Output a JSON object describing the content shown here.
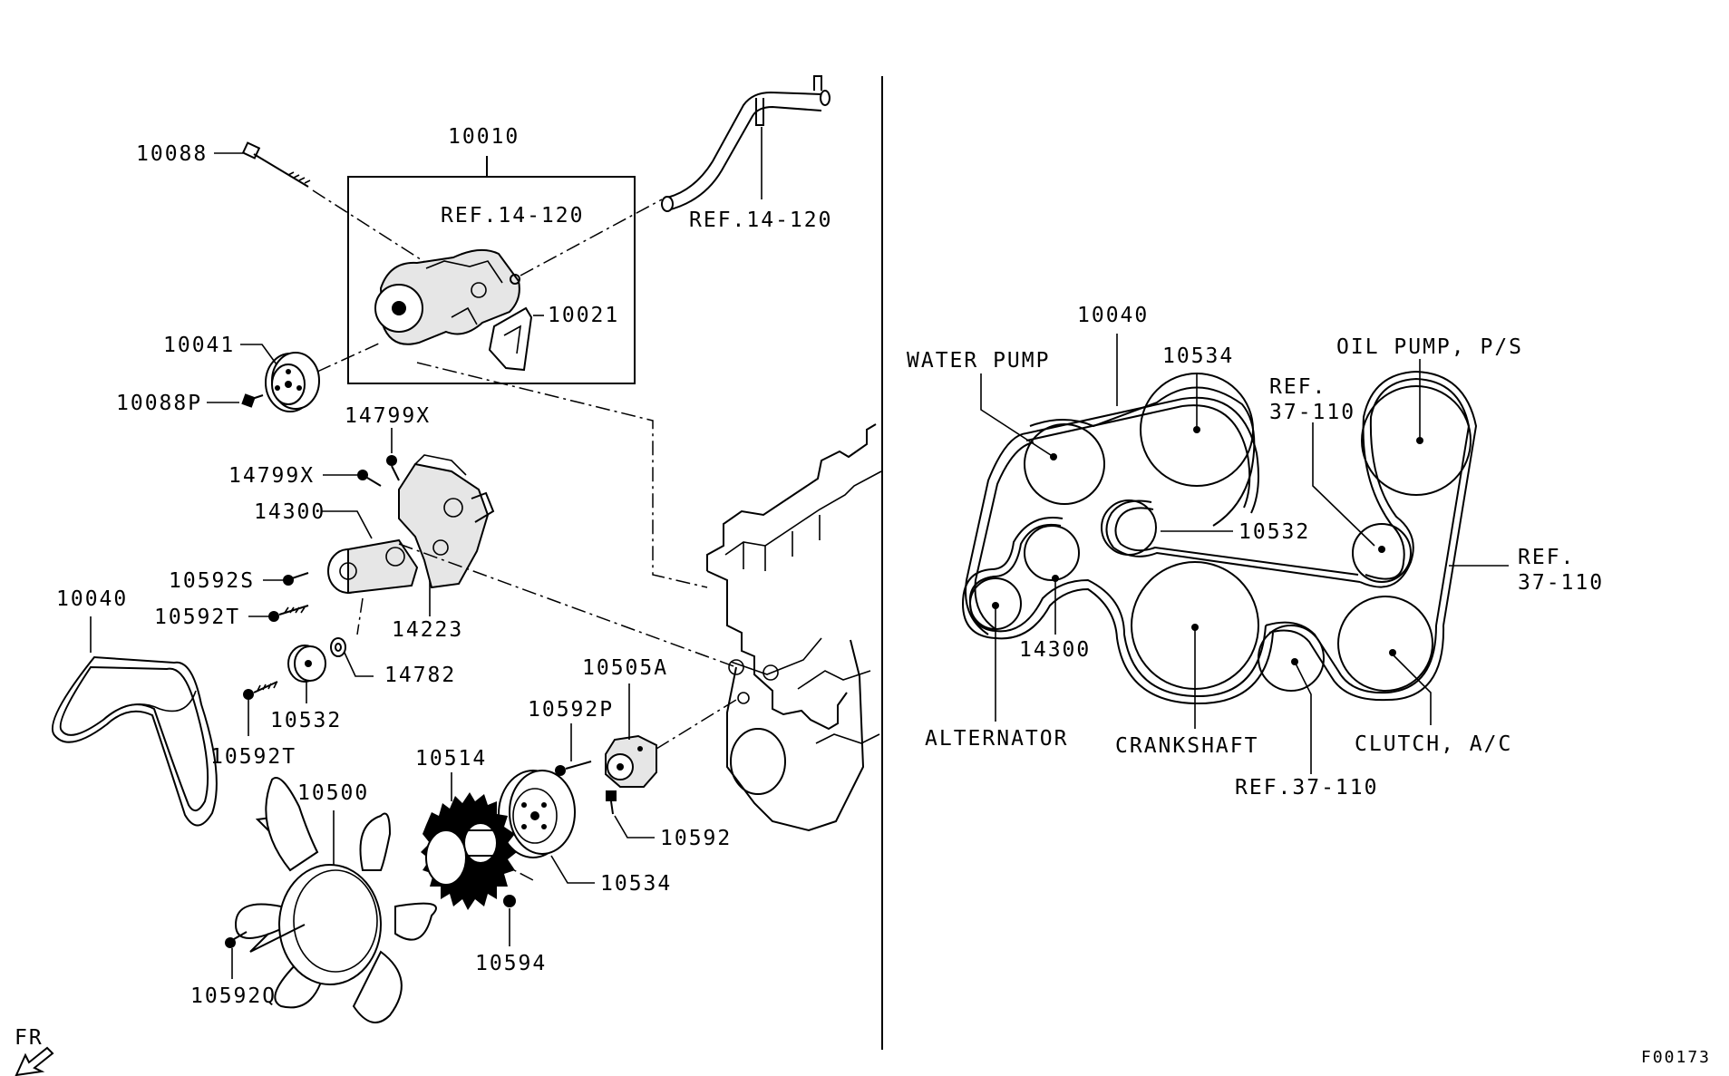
{
  "left_labels": {
    "p10010": "10010",
    "p10088": "10088",
    "ref_14_120_a": "REF.14-120",
    "ref_14_120_b": "REF.14-120",
    "p10021": "10021",
    "p10041": "10041",
    "p10088P": "10088P",
    "p14799X_a": "14799X",
    "p14799X_b": "14799X",
    "p14300": "14300",
    "p10592S": "10592S",
    "p10592T_a": "10592T",
    "p14223": "14223",
    "p10040": "10040",
    "p14782": "14782",
    "p10532": "10532",
    "p10592T_b": "10592T",
    "p10505A": "10505A",
    "p10592P": "10592P",
    "p10514": "10514",
    "p10500": "10500",
    "p10592": "10592",
    "p10534": "10534",
    "p10594": "10594",
    "p10592Q": "10592Q",
    "fr": "FR"
  },
  "belt_routing": {
    "belt": "10040",
    "water_pump": "WATER PUMP",
    "idler_10534": "10534",
    "ref_37_110_top_line1": "REF.",
    "ref_37_110_top_line2": "37-110",
    "oil_pump": "OIL PUMP, P/S",
    "idler_10532": "10532",
    "ref_37_110_right_line1": "REF.",
    "ref_37_110_right_line2": "37-110",
    "tensioner_14300": "14300",
    "alternator": "ALTERNATOR",
    "crankshaft": "CRANKSHAFT",
    "clutch_ac": "CLUTCH, A/C",
    "ref_37_110_bottom": "REF.37-110"
  },
  "figure_code": "F00173"
}
